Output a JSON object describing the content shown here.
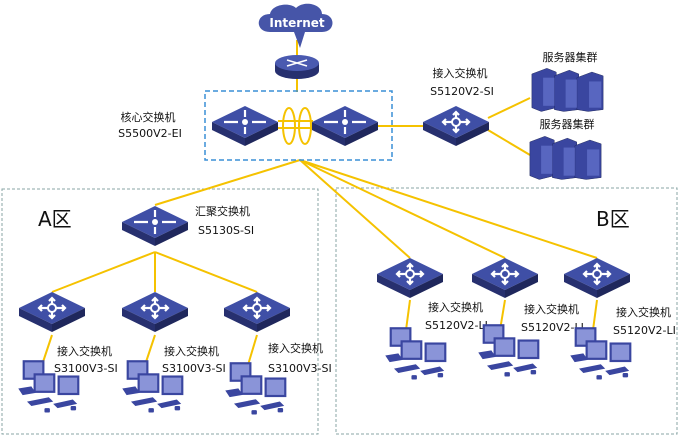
{
  "internet": {
    "label": "Internet"
  },
  "core": {
    "name": "核心交换机",
    "model": "S5500V2-EI"
  },
  "server_access": {
    "name": "接入交换机",
    "model": "S5120V2-SI"
  },
  "servers": [
    {
      "label": "服务器集群"
    },
    {
      "label": "服务器集群"
    }
  ],
  "zone_a": {
    "title": "A区",
    "aggregation": {
      "name": "汇聚交换机",
      "model": "S5130S-SI"
    },
    "access": [
      {
        "name": "接入交换机",
        "model": "S3100V3-SI"
      },
      {
        "name": "接入交换机",
        "model": "S3100V3-SI"
      },
      {
        "name": "接入交换机",
        "model": "S3100V3-SI"
      }
    ]
  },
  "zone_b": {
    "title": "B区",
    "access": [
      {
        "name": "接入交换机",
        "model": "S5120V2-LI"
      },
      {
        "name": "接入交换机",
        "model": "S5120V2-LI"
      },
      {
        "name": "接入交换机",
        "model": "S5120V2-LI"
      }
    ]
  },
  "colors": {
    "link": "#f5c200",
    "device": "#3c4a9e",
    "core_box": "#3a8fd6",
    "zone_box": "#8aa6a6"
  }
}
